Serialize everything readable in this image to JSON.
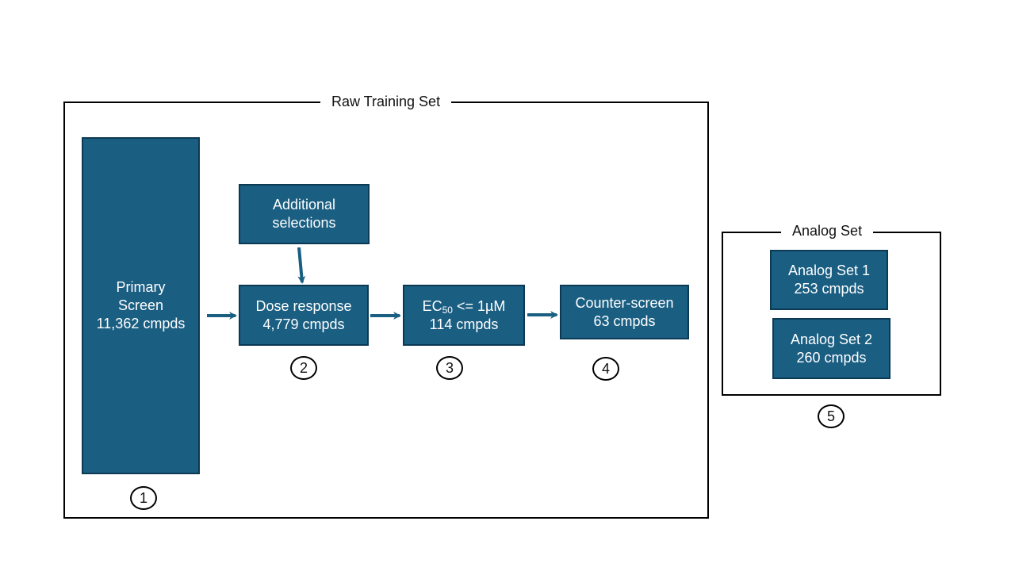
{
  "raw_training_set": {
    "title": "Raw Training Set",
    "primary_screen": {
      "line1": "Primary",
      "line2": "Screen",
      "line3": "11,362 cmpds"
    },
    "additional_selections": {
      "line1": "Additional",
      "line2": "selections"
    },
    "dose_response": {
      "line1": "Dose response",
      "line2": "4,779 cmpds"
    },
    "ec50": {
      "prefix": "EC",
      "subscript": "50",
      "suffix": " <= 1µM",
      "line2": "114 cmpds"
    },
    "counter_screen": {
      "line1": "Counter-screen",
      "line2": "63 cmpds"
    },
    "step_numbers": [
      "1",
      "2",
      "3",
      "4"
    ]
  },
  "analog_set": {
    "title": "Analog Set",
    "set1": {
      "line1": "Analog Set 1",
      "line2": "253 cmpds"
    },
    "set2": {
      "line1": "Analog Set 2",
      "line2": "260 cmpds"
    },
    "step_number": "5"
  },
  "colors": {
    "box_fill": "#1a5e82",
    "box_border": "#0c3a54",
    "arrow": "#1a5e82"
  }
}
